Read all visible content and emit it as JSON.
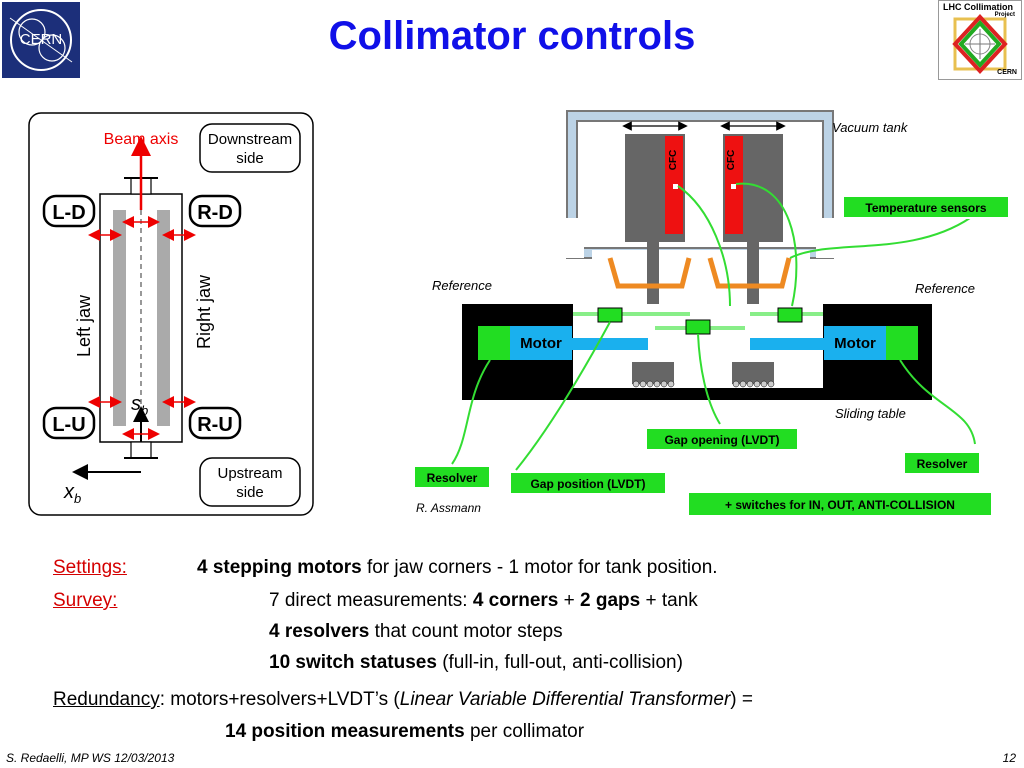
{
  "slide": {
    "title": "Collimator controls",
    "page_number": "12",
    "footer": "S. Redaelli, MP WS 12/03/2013"
  },
  "logos": {
    "cern": "CERN",
    "lhc_title": "LHC Collimation",
    "lhc_sub": "Project",
    "lhc_cern": "CERN"
  },
  "left_diagram": {
    "beam_axis": "Beam axis",
    "downstream": [
      "Downstream",
      "side"
    ],
    "upstream": [
      "Upstream",
      "side"
    ],
    "ld": "L-D",
    "rd": "R-D",
    "lu": "L-U",
    "ru": "R-U",
    "left_jaw": "Left jaw",
    "right_jaw": "Right jaw",
    "sb": "s",
    "sb_sub": "b",
    "xb": "x",
    "xb_sub": "b"
  },
  "right_diagram": {
    "vacuum_tank": "Vacuum tank",
    "cfc": "CFC",
    "temperature_sensors": "Temperature sensors",
    "reference_left": "Reference",
    "reference_right": "Reference",
    "motor": "Motor",
    "sliding_table": "Sliding table",
    "gap_opening": "Gap opening (LVDT)",
    "resolver_left": "Resolver",
    "resolver_right": "Resolver",
    "gap_position": "Gap position (LVDT)",
    "switches": "+ switches for IN, OUT, ANTI-COLLISION",
    "credit": "R. Assmann"
  },
  "text": {
    "settings_label": "Settings:",
    "settings_bold": "4 stepping motors",
    "settings_rest": " for jaw corners - 1 motor for tank position.",
    "survey_label": "Survey:",
    "survey_1a": "7 direct measurements: ",
    "survey_1b": "4 corners",
    "survey_1c": " + ",
    "survey_1d": "2 gaps",
    "survey_1e": " + tank",
    "survey_2a": "4 resolvers",
    "survey_2b": " that count motor steps",
    "survey_3a": "10 switch statuses",
    "survey_3b": " (full-in, full-out, anti-collision)",
    "redundancy_label": "Redundancy",
    "redundancy_a": ": motors+resolvers+LVDT’s (",
    "redundancy_b": "Linear Variable Differential Transformer",
    "redundancy_c": ") =",
    "position_a": "14 position measurements",
    "position_b": " per collimator"
  },
  "colors": {
    "title": "#1010e8",
    "label_red": "#d40000",
    "green_label": "#22dd22",
    "motor_blue": "#1ab0ee",
    "jaw_red": "#ee1111",
    "bracket_orange": "#ee8a22",
    "tank_blue": "#a8c8e0"
  }
}
